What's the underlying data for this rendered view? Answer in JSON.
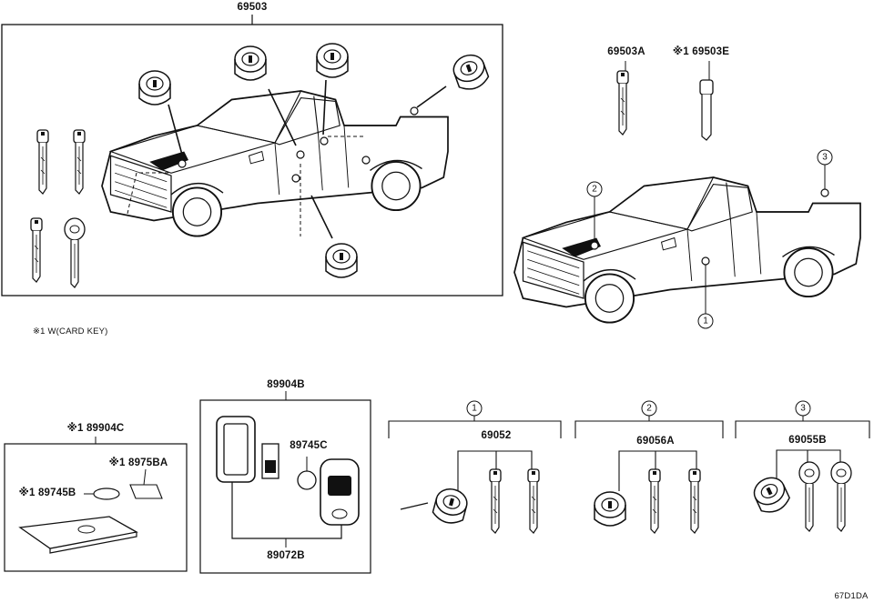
{
  "labels": {
    "main_assembly": "69503",
    "key_blank": "69503A",
    "card_key_blank": "※1 69503E",
    "card_note": "※1 W(CARD KEY)",
    "card_key_assy": "※1 89904C",
    "card_plate": "※1 8975BA",
    "card_battery": "※1 89745B",
    "remote_assy": "89904B",
    "battery": "89745C",
    "transmitter_case": "89072B",
    "ignition_set": "69052",
    "door_set": "69056A",
    "lock_set": "69055B",
    "diagram_code": "67D1DA"
  },
  "callouts": [
    "1",
    "2",
    "3",
    "1",
    "2",
    "3"
  ]
}
